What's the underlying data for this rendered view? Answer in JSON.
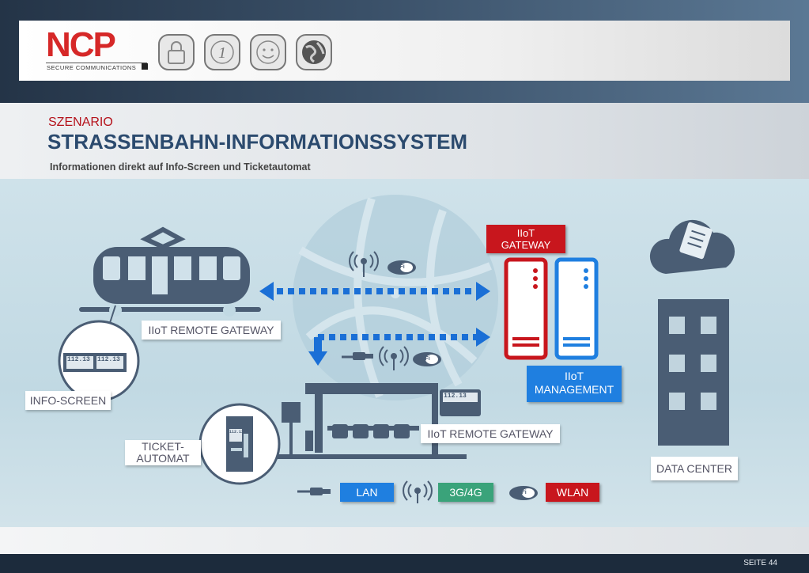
{
  "header": {
    "brand": "NCP",
    "brand_sub": "SECURE COMMUNICATIONS",
    "icons": [
      "lock-icon",
      "one-icon",
      "smiley-icon",
      "globe-icon"
    ]
  },
  "title": {
    "kicker": "SZENARIO",
    "main": "STRASSENBAHN-INFORMATIONSSYSTEM",
    "subtitle": "Informationen direkt auf Info-Screen und Ticketautomat"
  },
  "diagram": {
    "iiot_gateway": "IIoT GATEWAY",
    "iiot_gateway_l1": "IIoT",
    "iiot_gateway_l2": "GATEWAY",
    "iiot_management_l1": "IIoT",
    "iiot_management_l2": "MANAGEMENT",
    "remote_gateway_tram": "IIoT REMOTE GATEWAY",
    "remote_gateway_station": "IIoT REMOTE GATEWAY",
    "info_screen": "INFO-SCREEN",
    "ticket_l1": "TICKET-",
    "ticket_l2": "AUTOMAT",
    "data_center": "DATA CENTER",
    "display_time_1": "112.13",
    "display_time_2": "112.13",
    "display_time_3": "112.13",
    "display_time_4": "112.13",
    "wifi_text": "Wi Fi"
  },
  "legend": {
    "lan": "LAN",
    "mobile": "3G/4G",
    "wlan": "WLAN"
  },
  "colors": {
    "red": "#c8161d",
    "blue": "#1f7fe0",
    "green": "#3aa37a",
    "dark": "#4a5d74",
    "dots": "#1a6fd6"
  },
  "footer": {
    "page": "SEITE 44"
  }
}
